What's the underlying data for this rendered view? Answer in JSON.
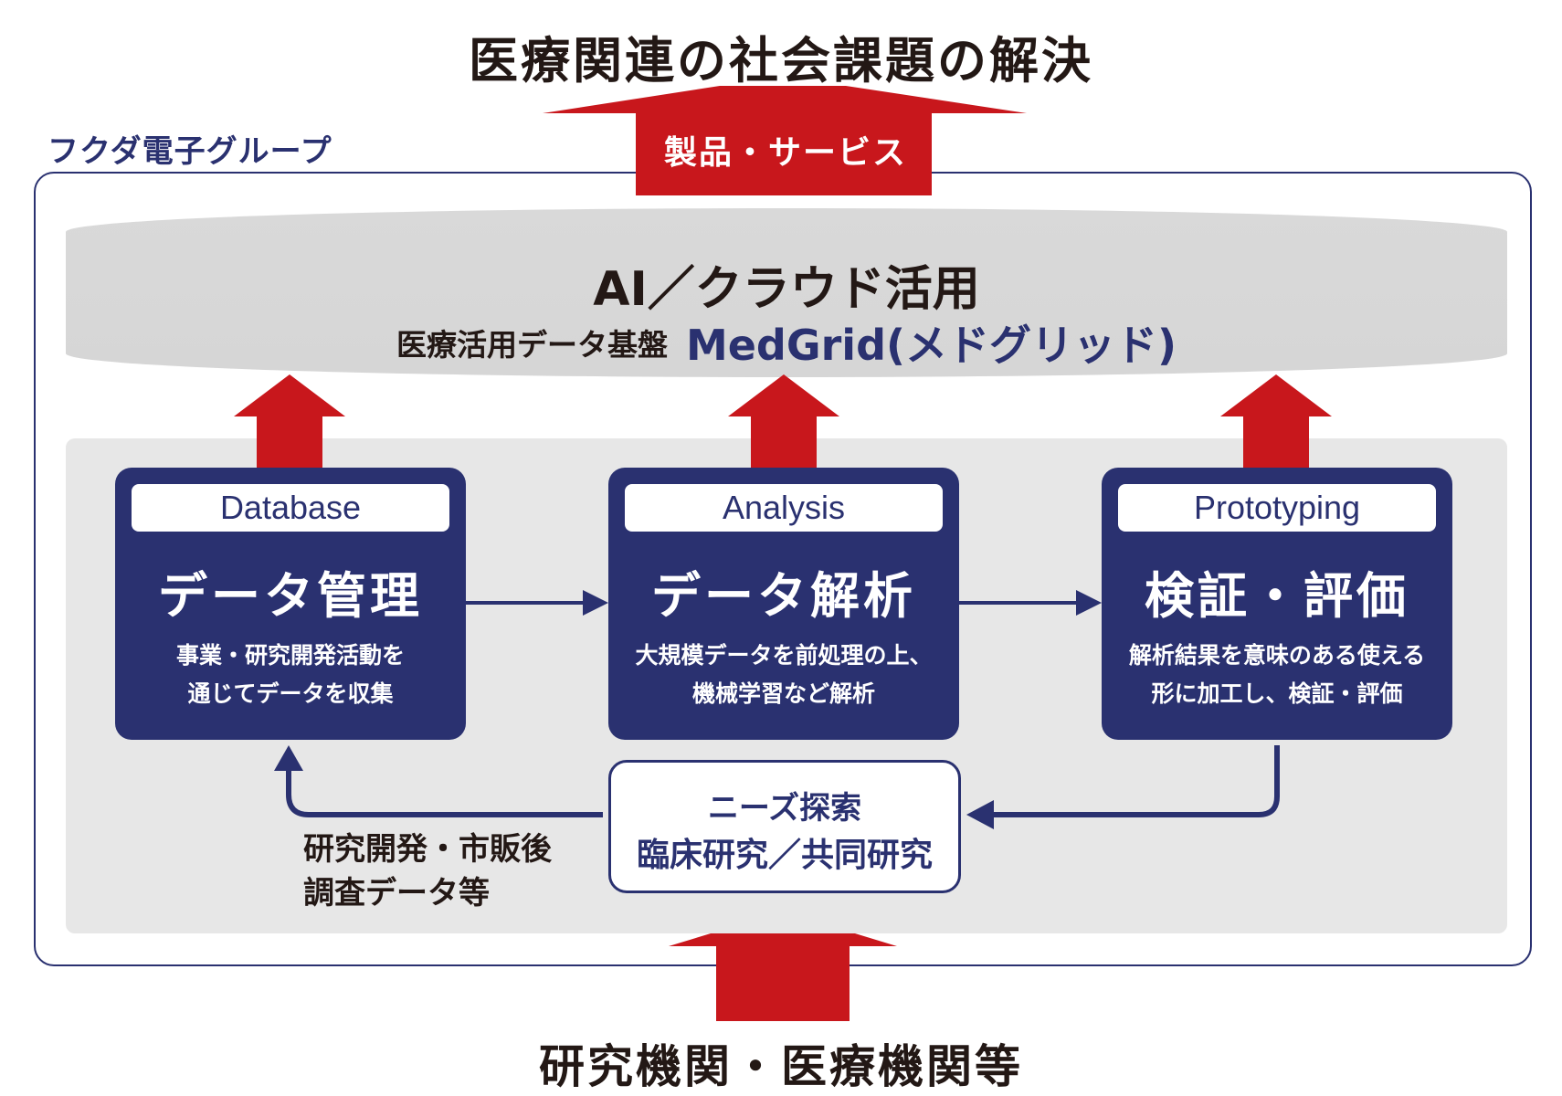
{
  "title": "医療関連の社会課題の解決",
  "top_arrow": {
    "label": "製品・サービス"
  },
  "group": {
    "label": "フクダ電子グループ"
  },
  "platform": {
    "title": "AI／クラウド活用",
    "subtitle": "医療活用データ基盤",
    "brand": "MedGrid(メドグリッド)"
  },
  "boxes": [
    {
      "tag": "Database",
      "heading": "データ管理",
      "desc_line1": "事業・研究開発活動を",
      "desc_line2": "通じてデータを収集"
    },
    {
      "tag": "Analysis",
      "heading": "データ解析",
      "desc_line1": "大規模データを前処理の上、",
      "desc_line2": "機械学習など解析"
    },
    {
      "tag": "Prototyping",
      "heading": "検証・評価",
      "desc_line1": "解析結果を意味のある使える",
      "desc_line2": "形に加工し、検証・評価"
    }
  ],
  "needs": {
    "line1": "ニーズ探索",
    "line2": "臨床研究／共同研究"
  },
  "loop_label": {
    "line1": "研究開発・市販後",
    "line2": "調査データ等"
  },
  "bottom_title": "研究機関・医療機関等",
  "colors": {
    "navy": "#2a3170",
    "red": "#c8171c",
    "panel": "#e7e7e7",
    "cap": "#d9d9d9"
  }
}
